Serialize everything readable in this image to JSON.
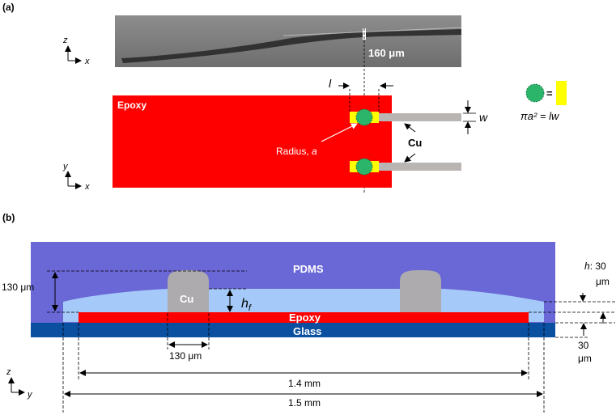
{
  "panel_a": {
    "label": "(a)",
    "scale_bar": "160 μm",
    "axes_top": {
      "up": "z",
      "right": "x"
    },
    "axes_bottom": {
      "up": "y",
      "right": "x"
    },
    "epoxy": "Epoxy",
    "radius_label": "Radius, ",
    "radius_var": "a",
    "l_label": "l",
    "w_label": "w",
    "cu_label": "Cu",
    "eq_sign": "=",
    "equation": "πa² = lw",
    "colors": {
      "epoxy": "#ff0000",
      "contact": "#2bb56b",
      "pad": "#ffff00",
      "wire": "#b8b5b3"
    }
  },
  "panel_b": {
    "label": "(b)",
    "pdms": "PDMS",
    "cu": "Cu",
    "epoxy": "Epoxy",
    "glass": "Glass",
    "height_130": "130 μm",
    "hf_h": "h",
    "hf_sub": "f",
    "h_label": "h",
    "h_value": ": 30",
    "h_unit": "μm",
    "glass_thickness": "30",
    "glass_unit": "μm",
    "width_130": "130 μm",
    "width_1_4": "1.4 mm",
    "width_1_5": "1.5 mm",
    "axes": {
      "up": "z",
      "right": "y"
    },
    "colors": {
      "pdms": "#6a67d6",
      "pdms_light": "#a5c9f8",
      "epoxy": "#ff0000",
      "glass": "#0a4fa0",
      "cu": "#adabad"
    }
  }
}
